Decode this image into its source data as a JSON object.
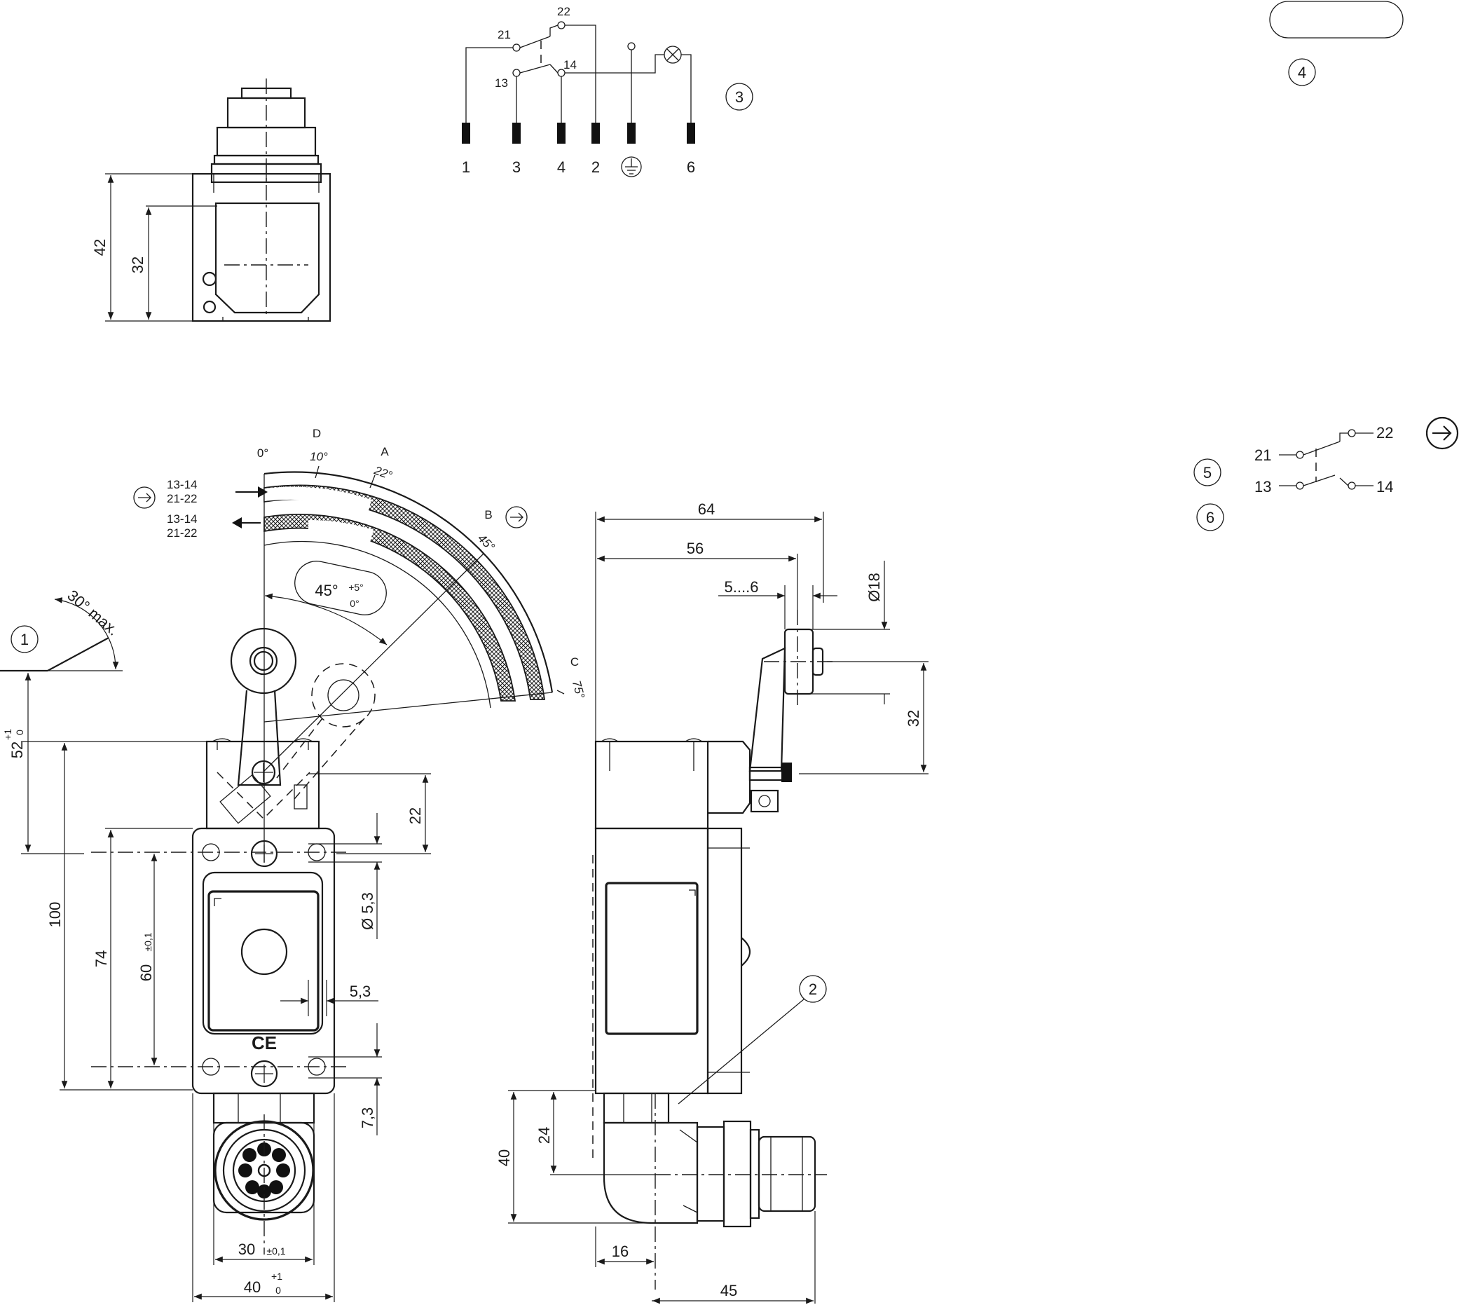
{
  "top_view": {
    "dim_height_outer": "42",
    "dim_height_inner": "32"
  },
  "wiring_diagram": {
    "contacts": {
      "c21": "21",
      "c22": "22",
      "c13": "13",
      "c14": "14"
    },
    "terminals": [
      "1",
      "3",
      "4",
      "2",
      "6"
    ],
    "callout": "3"
  },
  "callouts": {
    "c1": "1",
    "c2": "2",
    "c3": "3",
    "c4": "4",
    "c5": "5",
    "c6": "6"
  },
  "contact_symbol": {
    "c21": "21",
    "c22": "22",
    "c13": "13",
    "c14": "14"
  },
  "front_view": {
    "angle_zero": "0°",
    "label_D": "D",
    "label_A": "A",
    "label_B": "B",
    "label_C": "C",
    "angle_10": "10°",
    "angle_22": "22°",
    "angle_45": "45°",
    "angle_75": "75°",
    "row1_line1": "13-14",
    "row1_line2": "21-22",
    "row2_line1": "13-14",
    "row2_line2": "21-22",
    "travel_angle": "45°",
    "travel_tol_plus": "+5°",
    "travel_tol_minus": "0°",
    "mount_angle": "30° max.",
    "dim_52": "52",
    "dim_52_tol_plus": "+1",
    "dim_52_tol_minus": "0",
    "dim_100": "100",
    "dim_74": "74",
    "dim_60": "60",
    "dim_60_tol": "±0,1",
    "dim_22": "22",
    "dim_hole": "Ø 5,3",
    "dim_5_3": "5,3",
    "dim_7_3": "7,3",
    "dim_30": "30",
    "dim_30_tol": "±0,1",
    "dim_40": "40",
    "dim_40_tol_plus": "+1",
    "dim_40_tol_minus": "0",
    "ce_mark": "CE"
  },
  "side_view": {
    "dim_64": "64",
    "dim_56": "56",
    "dim_5_6": "5....6",
    "dim_18": "Ø18",
    "dim_32": "32",
    "dim_40": "40",
    "dim_24": "24",
    "dim_16": "16",
    "dim_45": "45"
  }
}
